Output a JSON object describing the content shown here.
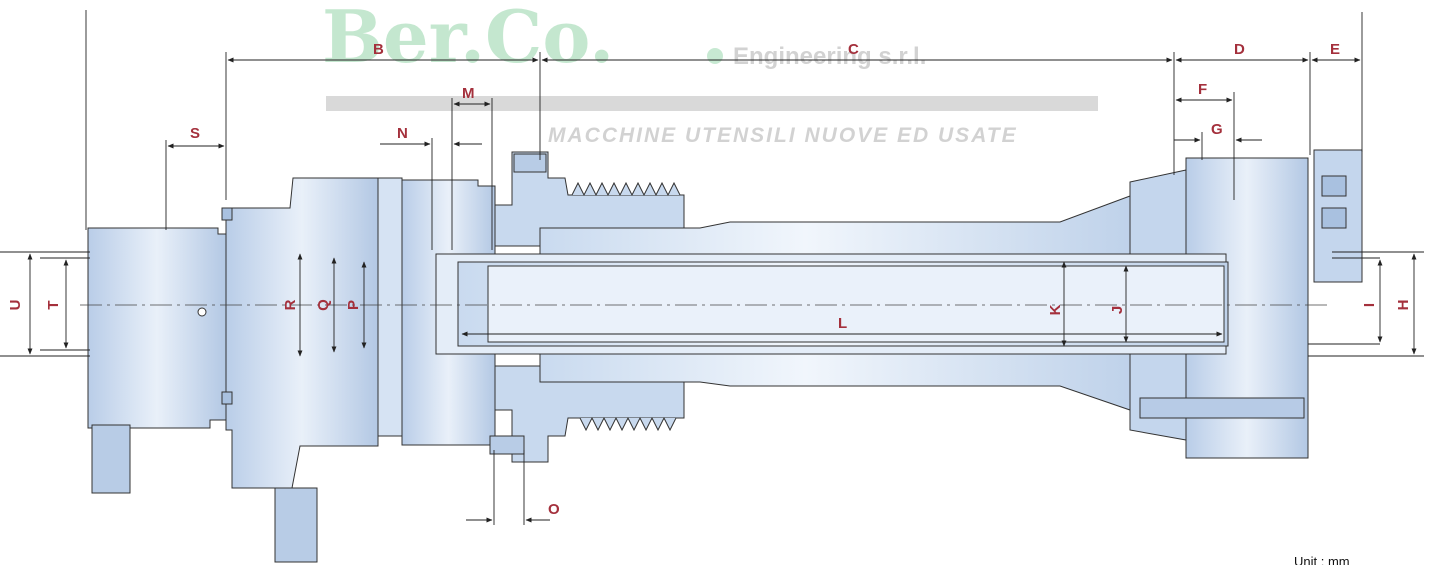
{
  "watermark": {
    "logo_text": "Ber.Co.",
    "company_suffix": "Engineering s.r.l.",
    "tagline": "MACCHINE UTENSILI NUOVE ED USATE"
  },
  "dimensions": {
    "B": "B",
    "C": "C",
    "D": "D",
    "E": "E",
    "F": "F",
    "G": "G",
    "H": "H",
    "I": "I",
    "J": "J",
    "K": "K",
    "L": "L",
    "M": "M",
    "N": "N",
    "O": "O",
    "P": "P",
    "Q": "Q",
    "R": "R",
    "S": "S",
    "T": "T",
    "U": "U"
  },
  "unit_label": "Unit : mm",
  "colors": {
    "body_light": "#dbe7f5",
    "body_mid": "#c3d5ec",
    "body_dark": "#a9c1e0",
    "outline": "#333333",
    "dimension_text": "#a4303c",
    "watermark_green": "#74c88f",
    "watermark_gray": "#8a8a8a"
  }
}
